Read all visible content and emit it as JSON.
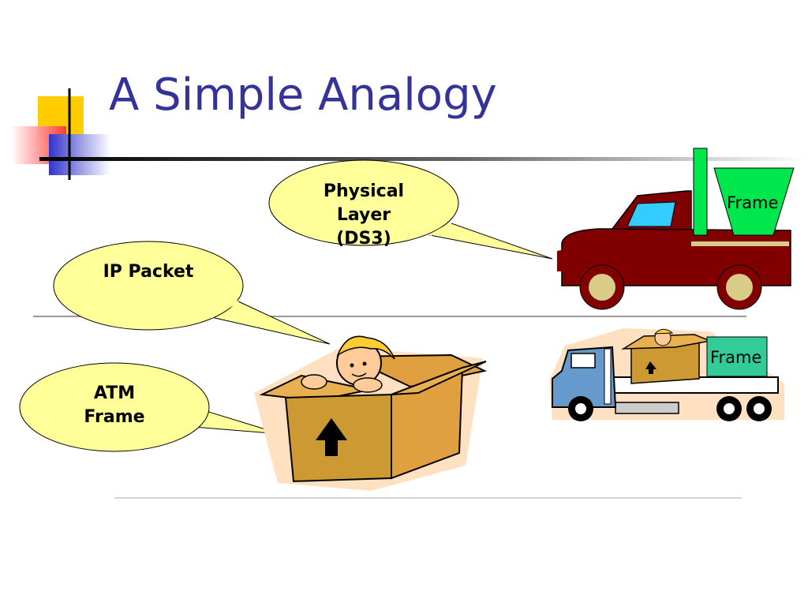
{
  "slide": {
    "title": "A Simple Analogy"
  },
  "callouts": {
    "physical_layer": {
      "line1": "Physical",
      "line2": "Layer",
      "line3": "(DS3)"
    },
    "ip_packet": {
      "line1": "IP Packet"
    },
    "atm_frame": {
      "line1": "ATM",
      "line2": "Frame"
    }
  },
  "vehicles": {
    "pickup_frame_label": "Frame",
    "semi_frame_label": "Frame"
  },
  "colors": {
    "title": "#333399",
    "callout_fill": "#FFFF99",
    "truck_body": "#800000",
    "frame_green": "#00E64D",
    "box_tan": "#CC9933",
    "semi_cab": "#6699CC"
  }
}
